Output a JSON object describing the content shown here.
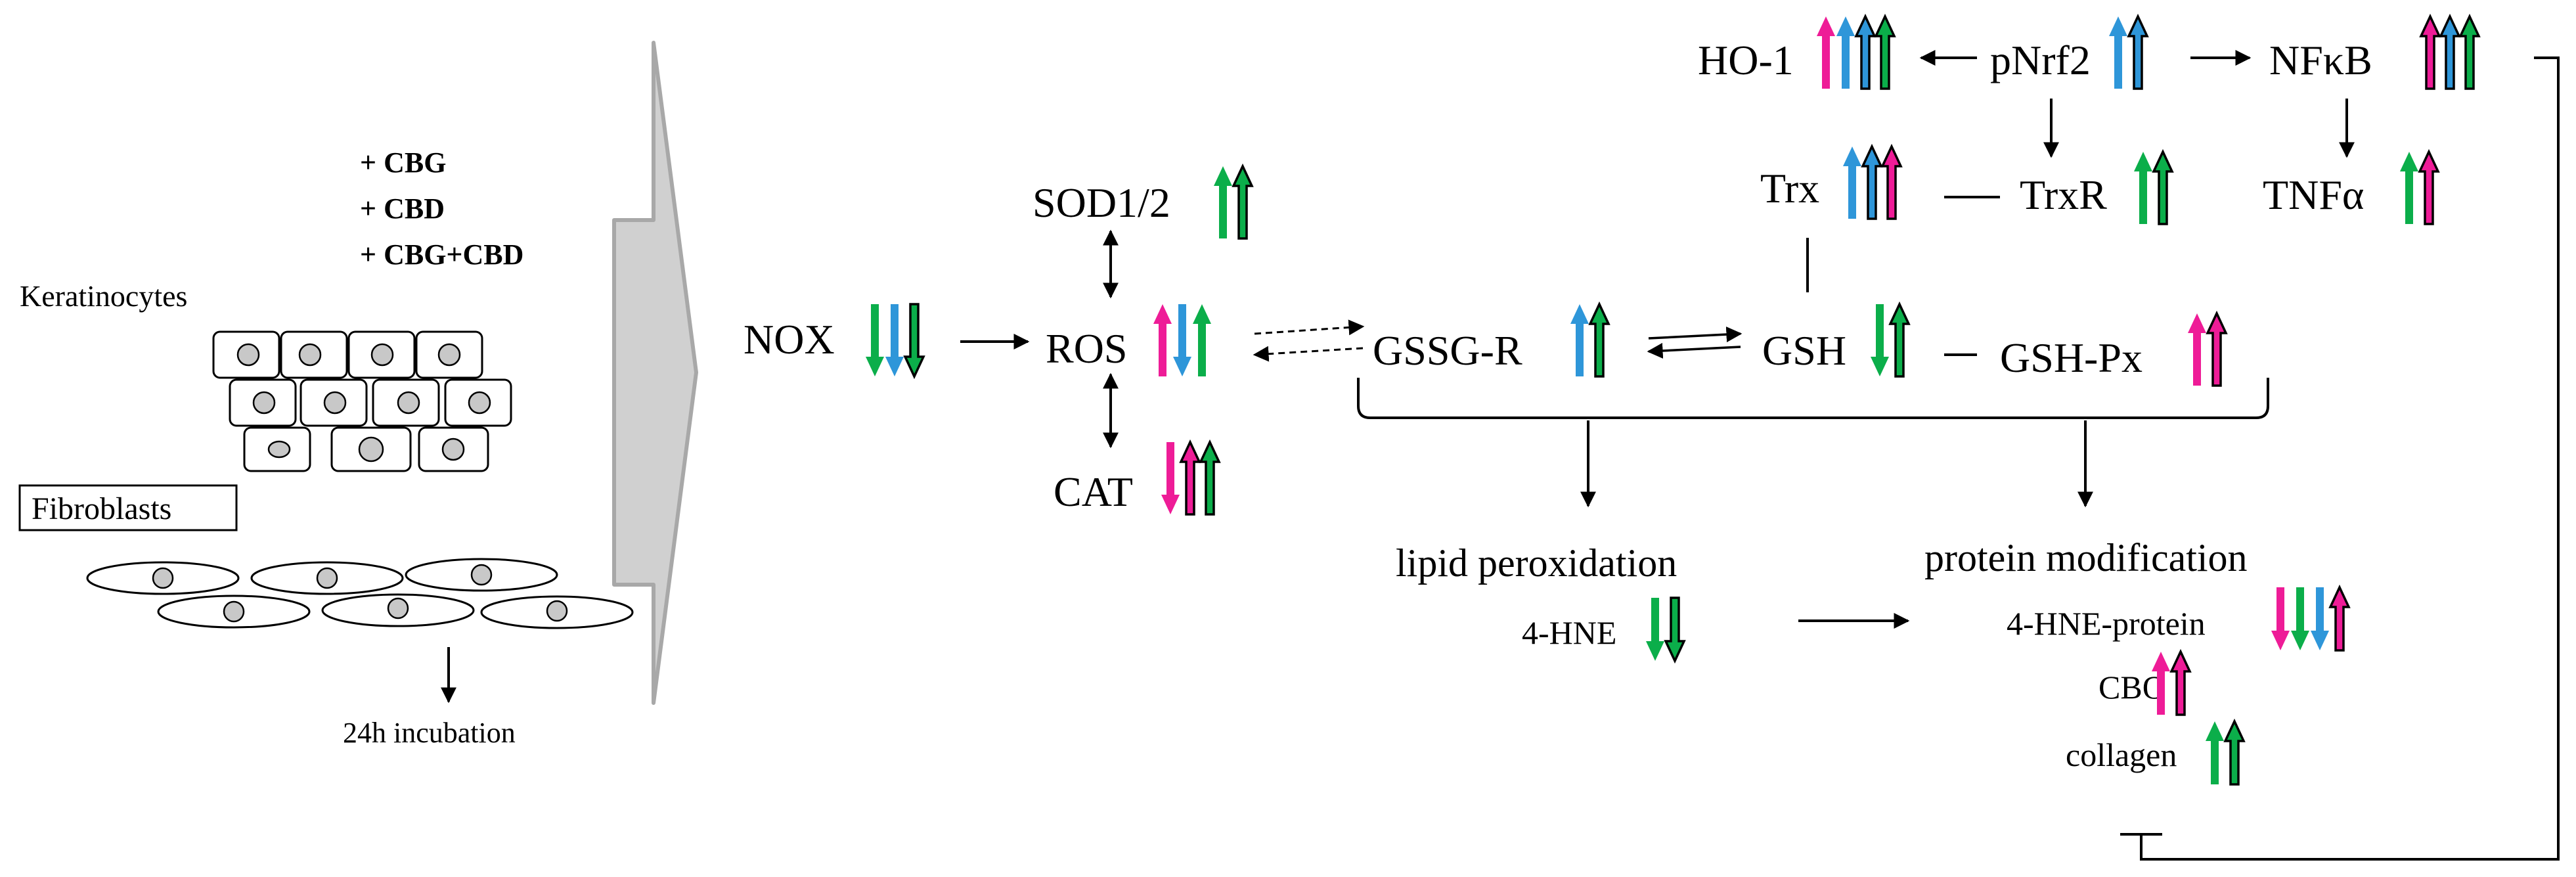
{
  "colors": {
    "cbg": "#EE1C97",
    "cbd": "#2E96D9",
    "combo": "#0BAE4A",
    "neutral": "#000000",
    "arrowhead_gray": "#C8C8C8",
    "arrowhead_gray_stroke": "#9A9A9A"
  },
  "legend": {
    "cbg": "+ CBG",
    "cbd": "+ CBD",
    "combo": "+ CBG+CBD"
  },
  "cells": {
    "keratinocytes": "Keratinocytes",
    "fibroblasts": "Fibroblasts",
    "incubation": "24h incubation"
  },
  "nodes": {
    "sod": "SOD1/2",
    "nox": "NOX",
    "ros": "ROS",
    "cat": "CAT",
    "gssgr": "GSSG-R",
    "gsh": "GSH",
    "gshpx": "GSH-Px",
    "ho1": "HO-1",
    "pnrf2": "pNrf2",
    "nfkb": "NFκB",
    "trx": "Trx",
    "trxr": "TrxR",
    "tnfa": "TNFα",
    "lipid": "lipid peroxidation",
    "hne": "4-HNE",
    "protein": "protein modification",
    "hneprotein": "4-HNE-protein",
    "cbo": "CBO",
    "collagen": "collagen"
  },
  "indicators": {
    "sod": [
      {
        "dir": "up",
        "color": "combo"
      },
      {
        "dir": "up",
        "color": "combo",
        "outlined": true
      }
    ],
    "nox": [
      {
        "dir": "down",
        "color": "combo"
      },
      {
        "dir": "down",
        "color": "cbd"
      },
      {
        "dir": "down",
        "color": "combo",
        "outlined": true
      }
    ],
    "ros": [
      {
        "dir": "up",
        "color": "cbg"
      },
      {
        "dir": "down",
        "color": "cbd"
      },
      {
        "dir": "up",
        "color": "combo"
      }
    ],
    "cat": [
      {
        "dir": "down",
        "color": "cbg"
      },
      {
        "dir": "up",
        "color": "cbg",
        "outlined": true
      },
      {
        "dir": "up",
        "color": "combo",
        "outlined": true
      }
    ],
    "gssgr": [
      {
        "dir": "up",
        "color": "cbd"
      },
      {
        "dir": "up",
        "color": "combo",
        "outlined": true
      }
    ],
    "gsh": [
      {
        "dir": "down",
        "color": "combo"
      },
      {
        "dir": "up",
        "color": "combo",
        "outlined": true
      }
    ],
    "gshpx": [
      {
        "dir": "up",
        "color": "cbg"
      },
      {
        "dir": "up",
        "color": "cbg",
        "outlined": true
      }
    ],
    "ho1": [
      {
        "dir": "up",
        "color": "cbg"
      },
      {
        "dir": "up",
        "color": "cbd"
      },
      {
        "dir": "up",
        "color": "cbd",
        "outlined": true
      },
      {
        "dir": "up",
        "color": "combo",
        "outlined": true
      }
    ],
    "pnrf2": [
      {
        "dir": "up",
        "color": "cbd"
      },
      {
        "dir": "up",
        "color": "cbd",
        "outlined": true
      }
    ],
    "nfkb": [
      {
        "dir": "up",
        "color": "cbg",
        "outlined": true
      },
      {
        "dir": "up",
        "color": "cbd",
        "outlined": true
      },
      {
        "dir": "up",
        "color": "combo",
        "outlined": true
      }
    ],
    "trx": [
      {
        "dir": "up",
        "color": "cbd"
      },
      {
        "dir": "up",
        "color": "cbd",
        "outlined": true
      },
      {
        "dir": "up",
        "color": "cbg",
        "outlined": true
      }
    ],
    "trxr": [
      {
        "dir": "up",
        "color": "combo"
      },
      {
        "dir": "up",
        "color": "combo",
        "outlined": true
      }
    ],
    "tnfa": [
      {
        "dir": "up",
        "color": "combo"
      },
      {
        "dir": "up",
        "color": "cbg",
        "outlined": true
      }
    ],
    "hne": [
      {
        "dir": "down",
        "color": "combo"
      },
      {
        "dir": "down",
        "color": "combo",
        "outlined": true
      }
    ],
    "hneprotein": [
      {
        "dir": "down",
        "color": "cbg"
      },
      {
        "dir": "down",
        "color": "combo"
      },
      {
        "dir": "down",
        "color": "cbd"
      },
      {
        "dir": "up",
        "color": "cbg",
        "outlined": true
      }
    ],
    "cbo": [
      {
        "dir": "up",
        "color": "cbg"
      },
      {
        "dir": "up",
        "color": "cbg",
        "outlined": true
      }
    ],
    "collagen": [
      {
        "dir": "up",
        "color": "combo"
      },
      {
        "dir": "up",
        "color": "combo",
        "outlined": true
      }
    ]
  }
}
